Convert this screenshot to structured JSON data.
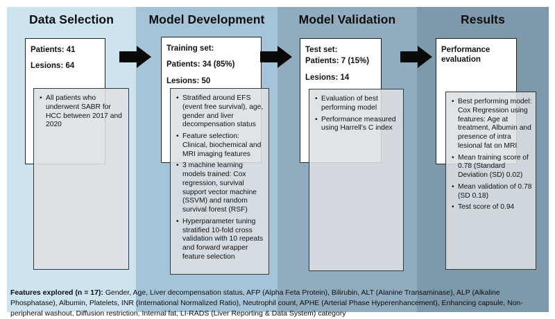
{
  "figure": {
    "columns": [
      {
        "title": "Data Selection",
        "box_lines": [
          "Patients: 41",
          "Lesions: 64"
        ],
        "bullets": [
          "All patients who underwent SABR for HCC between 2017 and 2020"
        ]
      },
      {
        "title": "Model Development",
        "box_lines": [
          "Training set:",
          "Patients: 34 (85%)",
          "Lesions: 50"
        ],
        "bullets": [
          "Stratified around EFS (event free survival), age, gender and liver decompensation status",
          "Feature selection: Clinical, biochemical and MRI imaging features",
          "3 machine learning models trained: Cox regression, survival support vector machine (SSVM) and random survival forest (RSF)",
          "Hyperparameter tuning stratified 10-fold cross validation with 10 repeats and forward wrapper feature selection"
        ]
      },
      {
        "title": "Model Validation",
        "box_lines": [
          "Test set:",
          "Patients: 7 (15%)",
          "Lesions: 14"
        ],
        "bullets": [
          "Evaluation of best performing model",
          "Performance measured using Harrell’s C index"
        ]
      },
      {
        "title": "Results",
        "box_lines": [
          "Performance evaluation"
        ],
        "bullets": [
          "Best performing model: Cox Regression using features: Age at treatment, Albumin and presence of intra lesional fat on MRI",
          "Mean training score of 0.78 (Standard Deviation (SD) 0.02)",
          "Mean validation of 0.78 (SD 0.18)",
          "Test score of 0.94"
        ]
      }
    ],
    "footer": {
      "label": "Features explored (n = 17):",
      "text": " Gender, Age, Liver decompensation status, AFP (Alpha Feta Protein), Bilirubin, ALT (Alanine Transaminase), ALP (Alkaline Phosphatase), Albumin, Platelets, INR (International Normalized Ratio), Neutrophil count, APHE (Arterial Phase Hyperenhancement), Enhancing capsule, Non-peripheral washout, Diffusion restriction, Internal fat, LI-RADS (Liver Reporting & Data System) category"
    },
    "colors": {
      "band_data_selection": "#cde3ef",
      "band_model_development": "#a6c4d7",
      "band_model_validation": "#92acbf",
      "band_results": "#7e99ab",
      "gray_box_fill": "#d6dade",
      "arrow": "#0a0a0a",
      "box_border": "#1f1f1f"
    }
  }
}
